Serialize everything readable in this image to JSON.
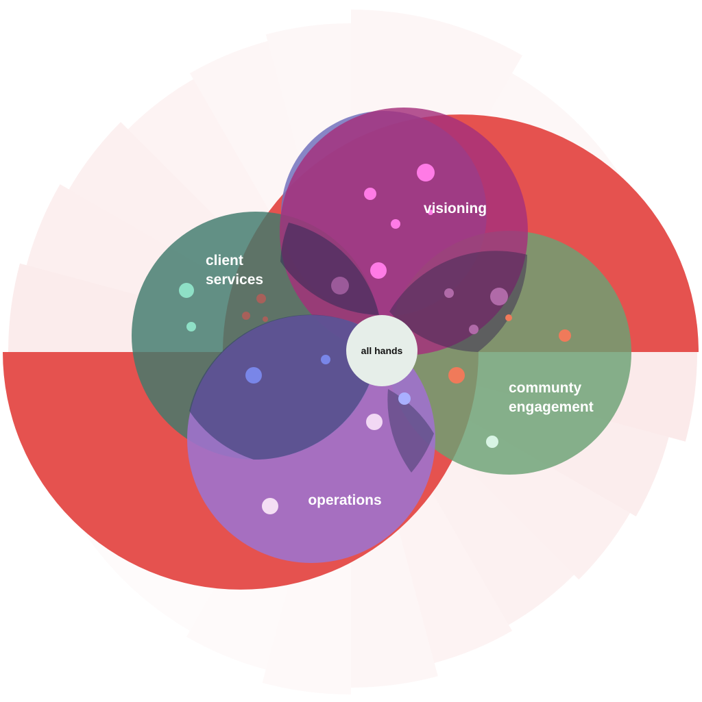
{
  "colors": {
    "background": "#ffffff",
    "halo": "#f4c5c5",
    "outer_wedge": "#e5524f",
    "client_services": "#3f7a6c",
    "visioning": "#b0407e",
    "community_engagement": "#76a77e",
    "operations": "#a474c4",
    "visioning_back": "#8787c4",
    "hub": "#e6eee9"
  },
  "groups": {
    "client_services": {
      "label_line1": "client",
      "label_line2": "services"
    },
    "visioning": {
      "label": "visioning"
    },
    "community_engagement": {
      "label_line1": "communty",
      "label_line2": "engagement"
    },
    "operations": {
      "label": "operations"
    },
    "hub": {
      "label": "all hands"
    }
  }
}
